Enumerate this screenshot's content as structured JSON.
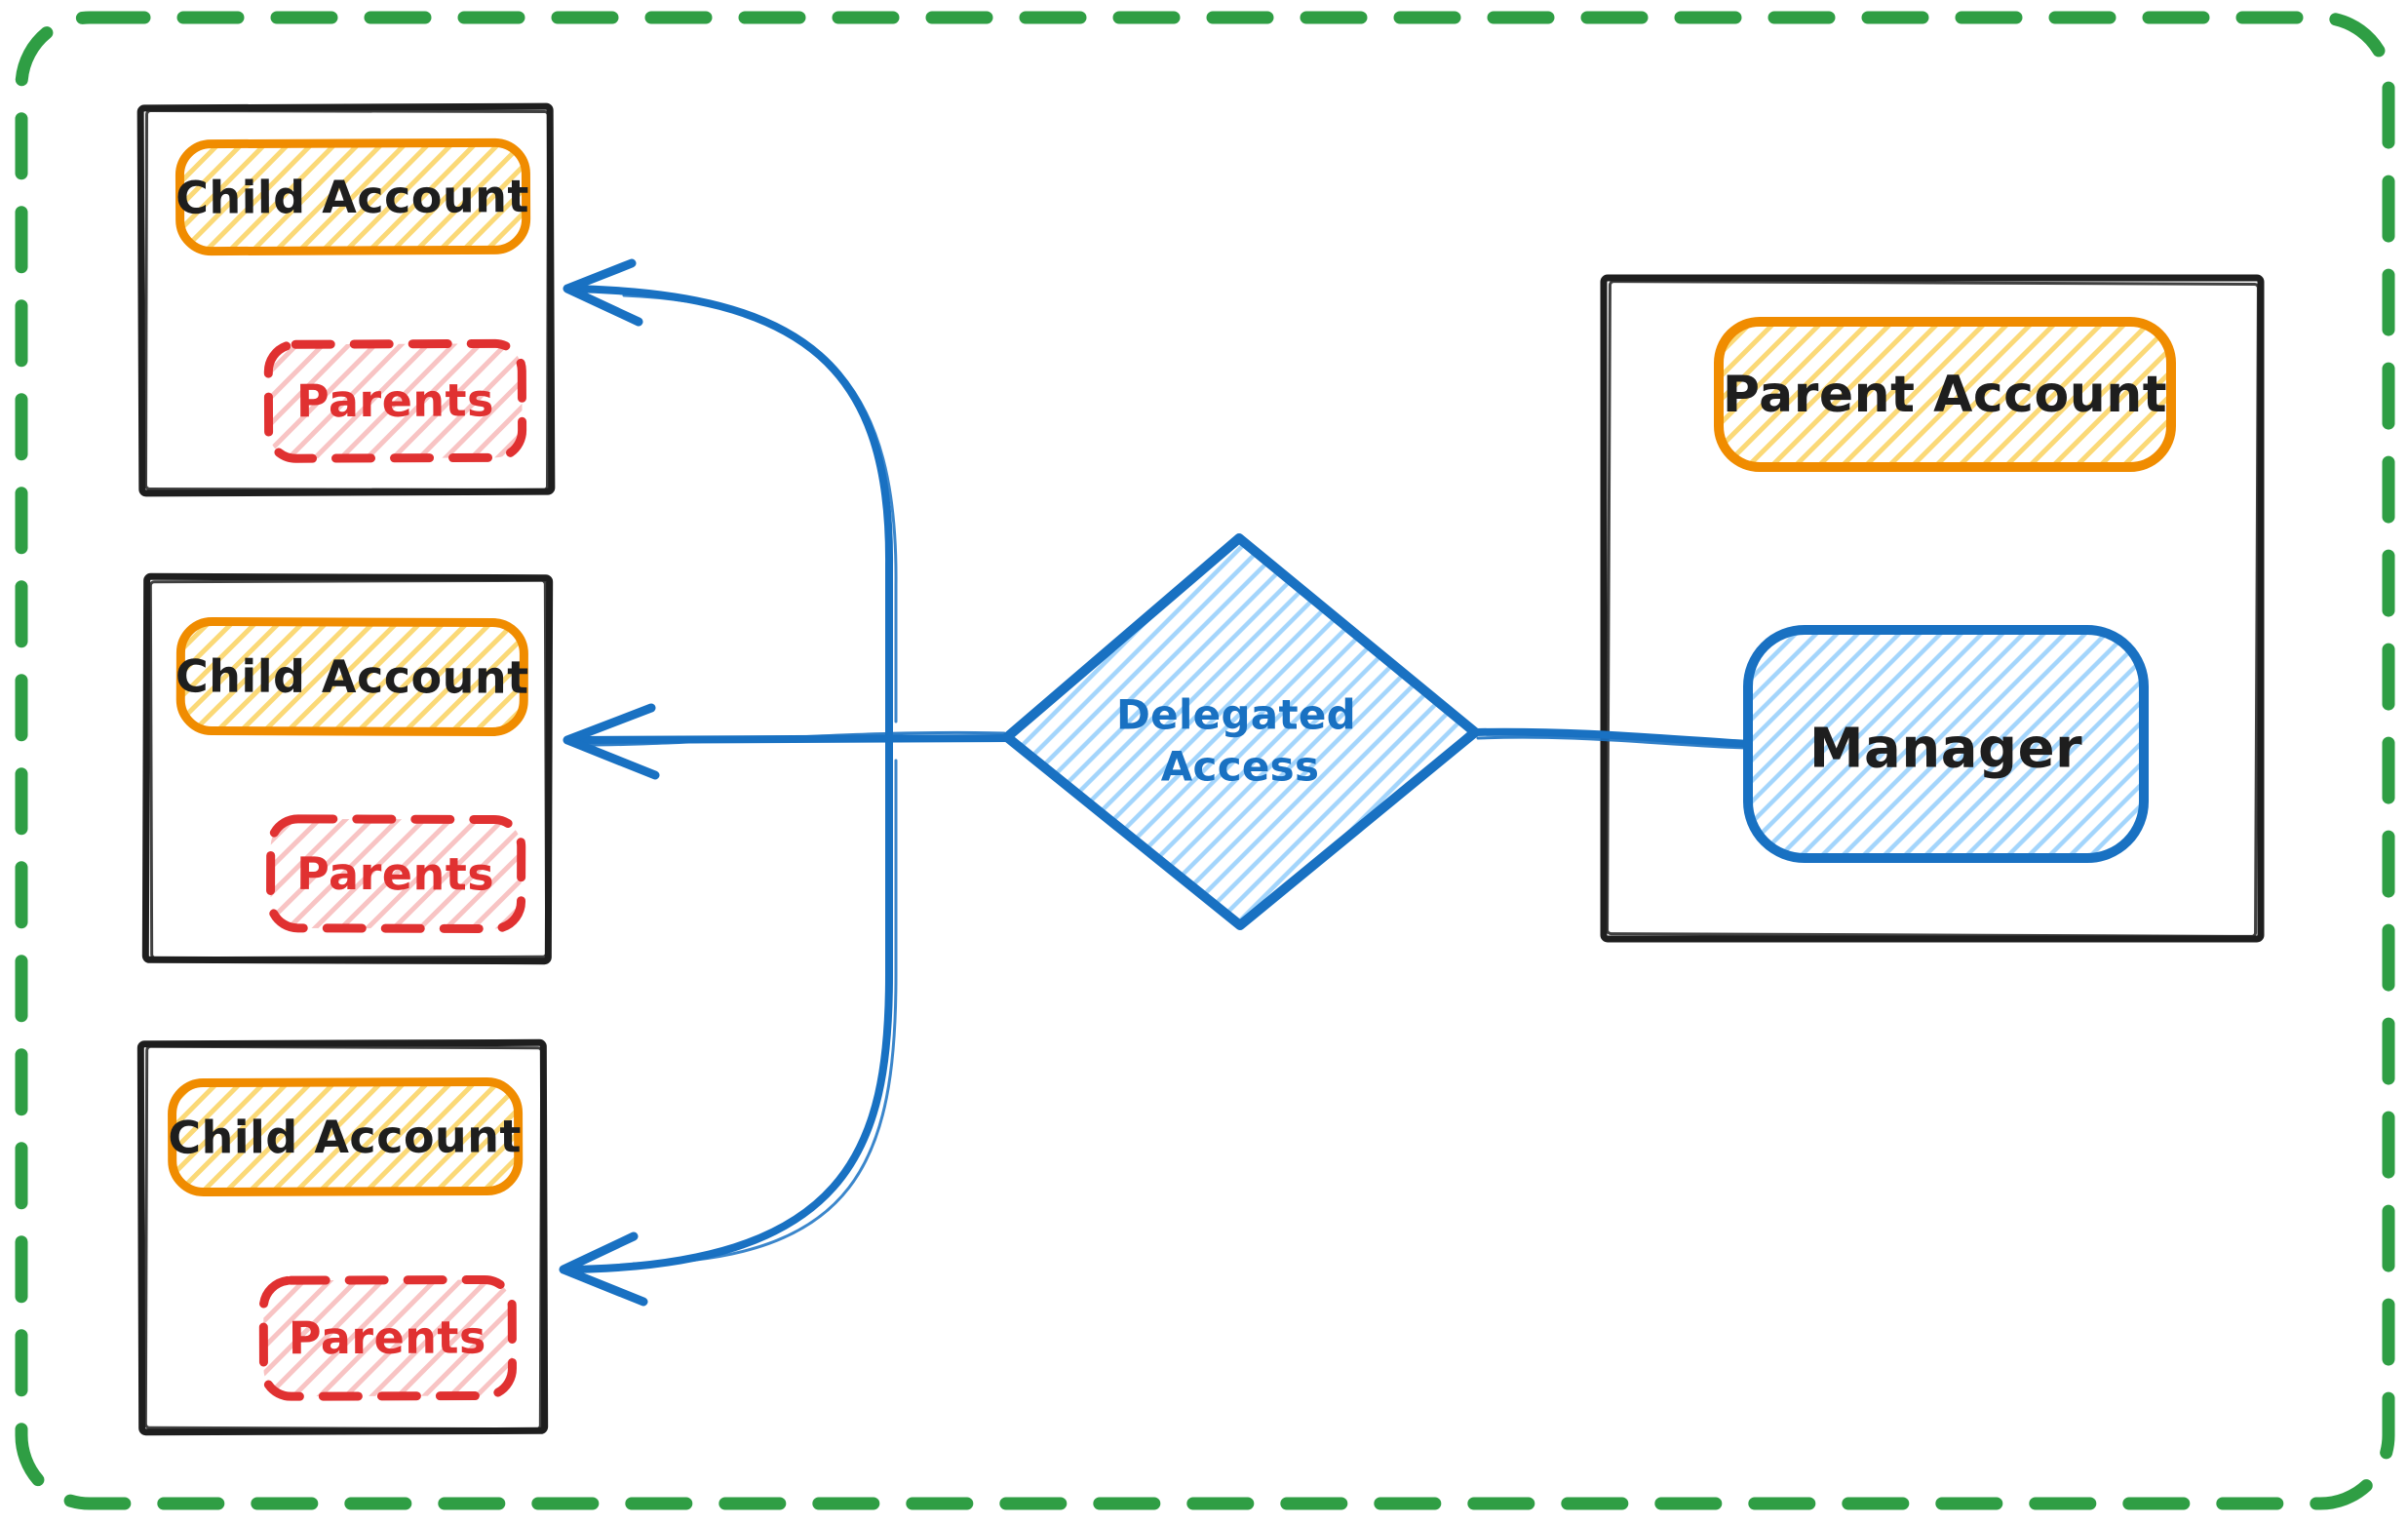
{
  "diagram": {
    "kind": "hand-drawn-flowchart",
    "canvas": {
      "background": "#ffffff",
      "border_style": "dashed-rounded",
      "border_color": "#2f9e44"
    },
    "colors": {
      "ink_black": "#1e1e1e",
      "orange_stroke": "#f08c00",
      "yellow_hatch": "#fbd977",
      "red_stroke": "#e03131",
      "pink_hatch": "#f8c4c4",
      "blue_stroke": "#1971c2",
      "light_blue_hatch": "#a3d5fc",
      "green_border": "#2f9e44"
    },
    "child_accounts": [
      {
        "title": "Child Account",
        "badge": "Parents"
      },
      {
        "title": "Child Account",
        "badge": "Parents"
      },
      {
        "title": "Child Account",
        "badge": "Parents"
      }
    ],
    "decision": {
      "line1": "Delegated",
      "line2": "Access"
    },
    "parent": {
      "title": "Parent Account",
      "manager": "Manager"
    },
    "connections": [
      "Manager - Delegated Access",
      "Delegated Access -> Child Account 1",
      "Delegated Access -> Child Account 2",
      "Delegated Access -> Child Account 3"
    ]
  }
}
